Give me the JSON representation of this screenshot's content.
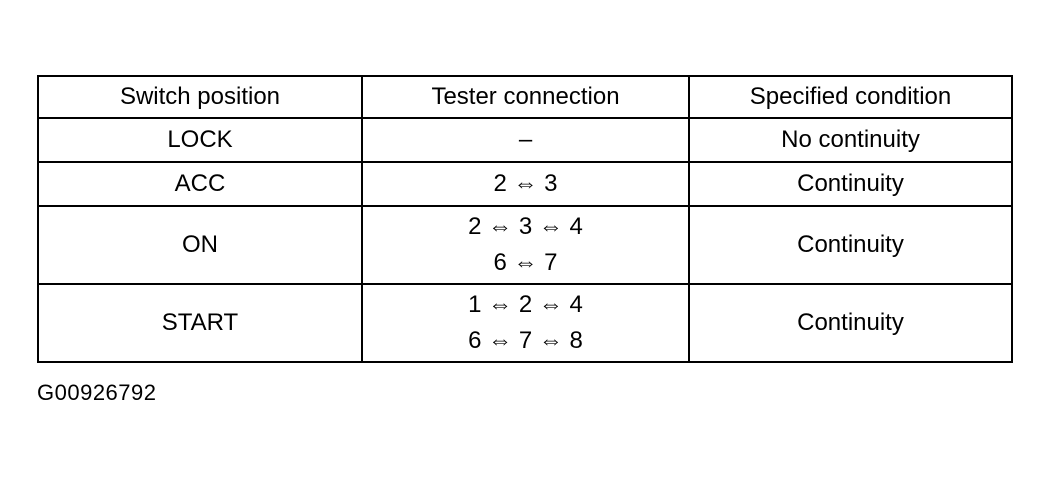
{
  "table": {
    "headers": [
      "Switch position",
      "Tester connection",
      "Specified condition"
    ],
    "rows": [
      {
        "position": "LOCK",
        "connection": [
          "–"
        ],
        "condition": "No continuity"
      },
      {
        "position": "ACC",
        "connection": [
          "2 ⇔ 3"
        ],
        "condition": "Continuity"
      },
      {
        "position": "ON",
        "connection": [
          "2 ⇔ 3 ⇔ 4",
          "6 ⇔ 7"
        ],
        "condition": "Continuity"
      },
      {
        "position": "START",
        "connection": [
          "1 ⇔ 2 ⇔ 4",
          "6 ⇔ 7 ⇔ 8"
        ],
        "condition": "Continuity"
      }
    ]
  },
  "figure_id": "G00926792"
}
